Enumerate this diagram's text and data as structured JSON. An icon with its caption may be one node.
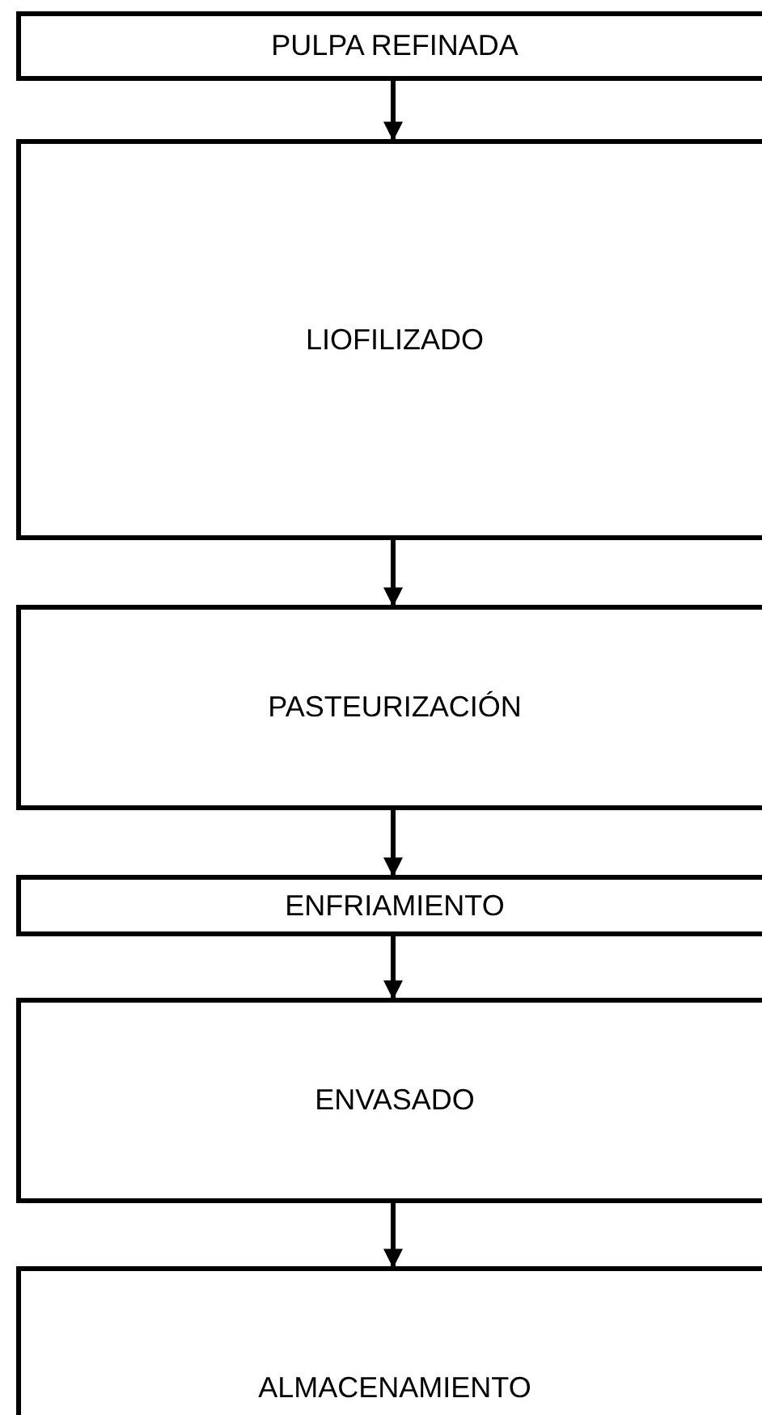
{
  "diagram": {
    "nodes": [
      {
        "text": [
          "PULPA REFINADA"
        ]
      },
      {
        "text": [
          "LIOFILIZADO"
        ]
      },
      {
        "text": [
          "PASTEURIZACIÓN"
        ]
      },
      {
        "text": [
          "ENFRIAMIENTO"
        ]
      },
      {
        "text": [
          "ENVASADO"
        ]
      },
      {
        "text": [
          "ALMACENAMIENTO"
        ]
      }
    ],
    "edges": [
      {
        "from": 0,
        "to": 1,
        "arrow": "to"
      },
      {
        "from": 1,
        "to": 2,
        "arrow": "to"
      },
      {
        "from": 2,
        "to": 3,
        "arrow": "to"
      },
      {
        "from": 3,
        "to": 4,
        "arrow": "to"
      },
      {
        "from": 4,
        "to": 5,
        "arrow": "to"
      }
    ]
  }
}
